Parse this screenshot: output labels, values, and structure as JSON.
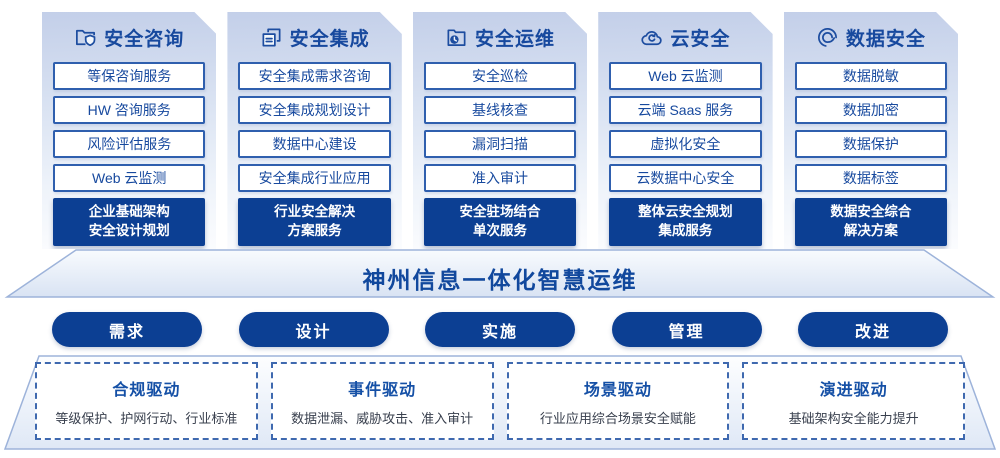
{
  "colors": {
    "accent": "#0c3f93",
    "title_blue": "#17499e",
    "item_border": "#2f5fae",
    "dashed_border": "#3f69af",
    "banner_text": "#11489d",
    "desc_text": "#39404e"
  },
  "columns": [
    {
      "title": "安全咨询",
      "icon": "folder-shield-icon",
      "items": [
        "等保咨询服务",
        "HW 咨询服务",
        "风险评估服务",
        "Web 云监测"
      ],
      "highlight_lines": [
        "企业基础架构",
        "安全设计规划"
      ]
    },
    {
      "title": "安全集成",
      "icon": "copy-docs-icon",
      "items": [
        "安全集成需求咨询",
        "安全集成规划设计",
        "数据中心建设",
        "安全集成行业应用"
      ],
      "highlight_lines": [
        "行业安全解决",
        "方案服务"
      ]
    },
    {
      "title": "安全运维",
      "icon": "folder-clock-icon",
      "items": [
        "安全巡检",
        "基线核查",
        "漏洞扫描",
        "准入审计"
      ],
      "highlight_lines": [
        "安全驻场结合",
        "单次服务"
      ]
    },
    {
      "title": "云安全",
      "icon": "cloud-icon",
      "items": [
        "Web 云监测",
        "云端 Saas 服务",
        "虚拟化安全",
        "云数据中心安全"
      ],
      "highlight_lines": [
        "整体云安全规划",
        "集成服务"
      ]
    },
    {
      "title": "数据安全",
      "icon": "fingerprint-icon",
      "items": [
        "数据脱敏",
        "数据加密",
        "数据保护",
        "数据标签"
      ],
      "highlight_lines": [
        "数据安全综合",
        "解决方案"
      ]
    }
  ],
  "banner": {
    "title": "神州信息一体化智慧运维"
  },
  "process_steps": [
    "需求",
    "设计",
    "实施",
    "管理",
    "改进"
  ],
  "drivers": [
    {
      "title": "合规驱动",
      "desc": "等级保护、护网行动、行业标准"
    },
    {
      "title": "事件驱动",
      "desc": "数据泄漏、威胁攻击、准入审计"
    },
    {
      "title": "场景驱动",
      "desc": "行业应用综合场景安全赋能"
    },
    {
      "title": "演进驱动",
      "desc": "基础架构安全能力提升"
    }
  ]
}
